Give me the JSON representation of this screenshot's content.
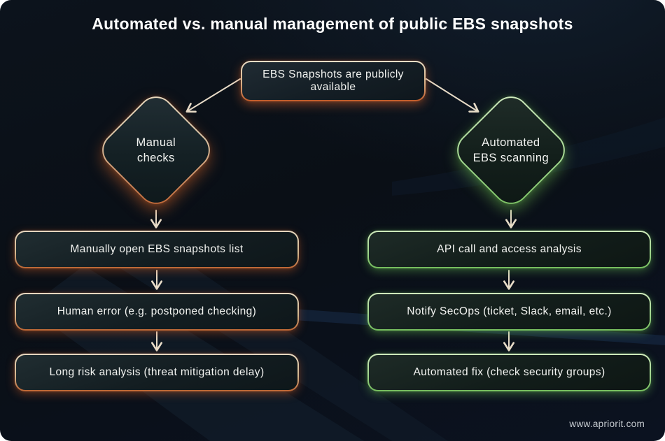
{
  "page": {
    "title": "Automated vs. manual management of public EBS snapshots",
    "footer_url": "www.apriorit.com"
  },
  "colors": {
    "background": "#0a0f16",
    "arrow": "#e8dcc8",
    "manual_accent": "#c25a28",
    "automated_accent": "#78c05f",
    "manual_border": "#e7d8c0",
    "automated_border": "#a4d791",
    "text": "#f2f3f0"
  },
  "flow": {
    "start": {
      "label": "EBS Snapshots are publicly\navailable"
    },
    "manual": {
      "decision": "Manual\nchecks",
      "steps": [
        "Manually open EBS snapshots list",
        "Human error (e.g. postponed checking)",
        "Long risk analysis (threat mitigation delay)"
      ]
    },
    "automated": {
      "decision": "Automated\nEBS scanning",
      "steps": [
        "API call and access analysis",
        "Notify SecOps (ticket, Slack, email, etc.)",
        "Automated fix (check security groups)"
      ]
    }
  }
}
